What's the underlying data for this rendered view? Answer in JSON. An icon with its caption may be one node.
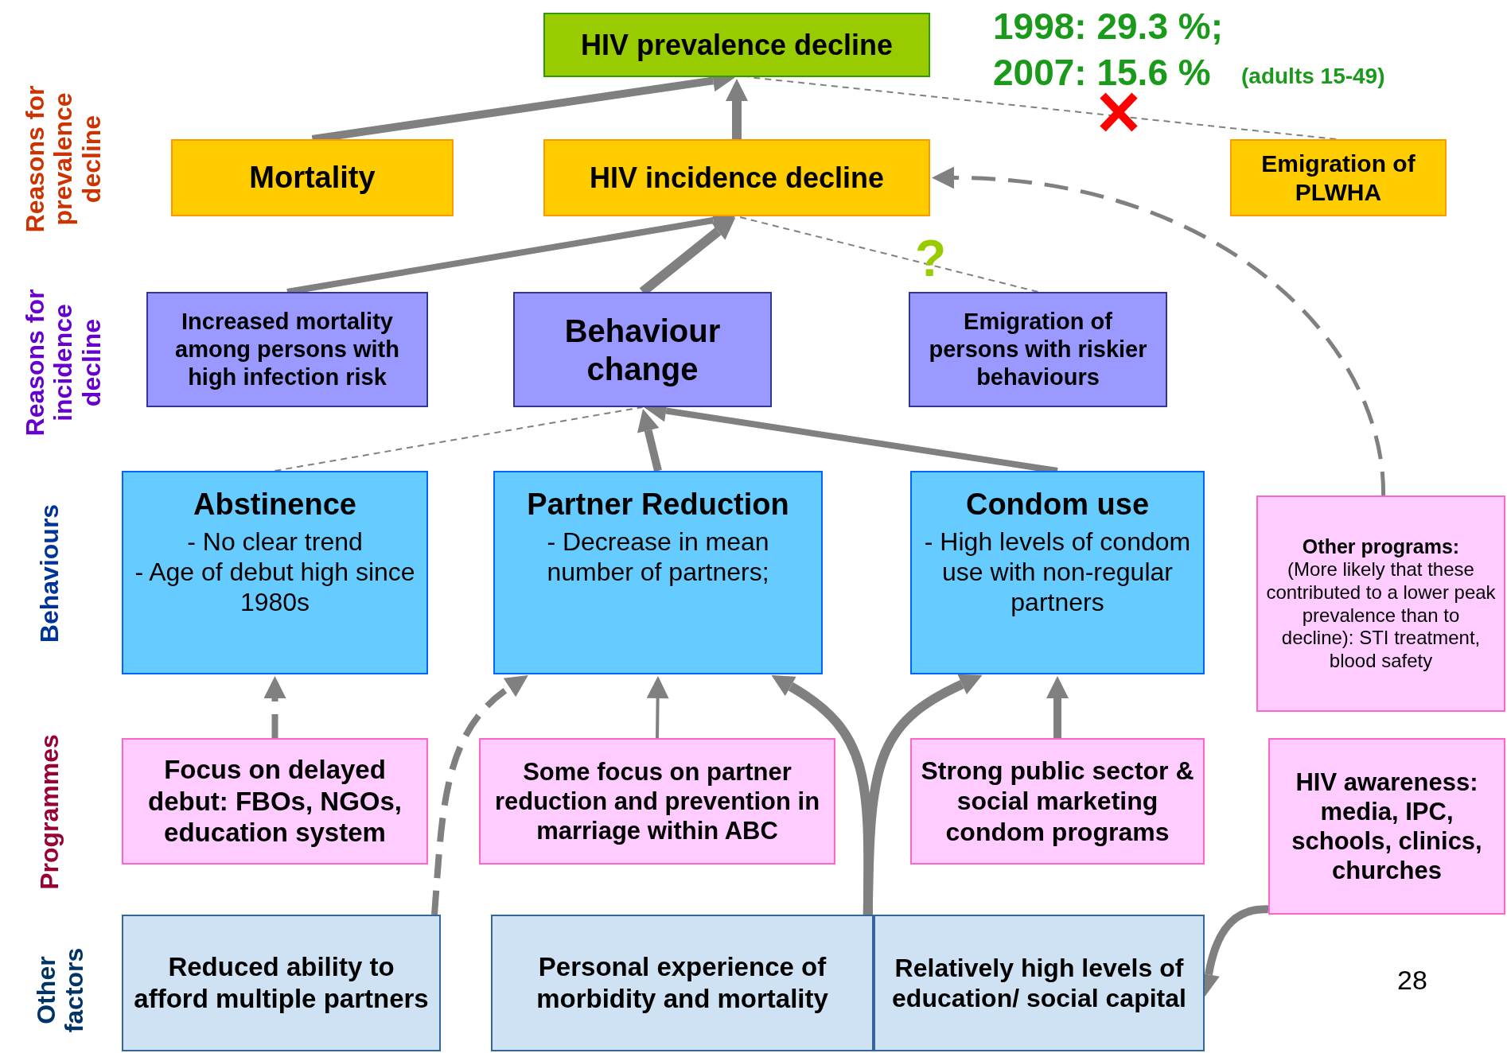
{
  "diagram": {
    "nodes": [
      {
        "text": [
          "HIV prevalence decline"
        ]
      },
      {
        "text": [
          "Mortality"
        ]
      },
      {
        "text": [
          "HIV incidence decline"
        ]
      },
      {
        "text": [
          "Emigration of PLWHA"
        ]
      },
      {
        "text": [
          "Increased mortality among persons with high infection risk"
        ]
      },
      {
        "text": [
          "Behaviour change"
        ]
      },
      {
        "text": [
          "Emigration of persons with riskier behaviours"
        ]
      },
      {
        "text": [
          "Abstinence",
          "- No clear trend",
          "- Age of debut high since 1980s"
        ]
      },
      {
        "text": [
          "Partner Reduction",
          "- Decrease in mean number of partners;"
        ]
      },
      {
        "text": [
          "Condom use",
          "- High levels of condom use with non-regular partners"
        ]
      },
      {
        "text": [
          "Other programs:",
          "(More likely that these contributed to a lower peak prevalence than to decline): STI treatment, blood safety"
        ]
      },
      {
        "text": [
          "Focus on delayed debut: FBOs,  NGOs, education system"
        ]
      },
      {
        "text": [
          "Some focus on partner reduction and prevention in marriage within ABC"
        ]
      },
      {
        "text": [
          "Strong public sector & social marketing condom programs"
        ]
      },
      {
        "text": [
          "HIV awareness: media, IPC, schools, clinics, churches"
        ]
      },
      {
        "text": [
          "Reduced ability to afford multiple partners"
        ]
      },
      {
        "text": [
          "Personal experience of morbidity and mortality"
        ]
      },
      {
        "text": [
          "Relatively high levels of education/ social capital"
        ]
      }
    ],
    "edges": [
      {
        "from": 1,
        "to": 0,
        "arrow": "to"
      },
      {
        "from": 2,
        "to": 0,
        "arrow": "to"
      },
      {
        "from": 3,
        "to": 0,
        "arrow": "none",
        "style": "dashed"
      },
      {
        "from": 4,
        "to": 2,
        "arrow": "to"
      },
      {
        "from": 5,
        "to": 2,
        "arrow": "to"
      },
      {
        "from": 6,
        "to": 2,
        "arrow": "none",
        "style": "dashed"
      },
      {
        "from": 7,
        "to": 5,
        "arrow": "none",
        "style": "dashed"
      },
      {
        "from": 8,
        "to": 5,
        "arrow": "to"
      },
      {
        "from": 9,
        "to": 5,
        "arrow": "to"
      },
      {
        "from": 10,
        "to": 2,
        "arrow": "to",
        "style": "dashed"
      },
      {
        "from": 11,
        "to": 7,
        "arrow": "to",
        "style": "dashed"
      },
      {
        "from": 12,
        "to": 8,
        "arrow": "to"
      },
      {
        "from": 13,
        "to": 9,
        "arrow": "to"
      },
      {
        "from": 15,
        "to": 8,
        "arrow": "to",
        "style": "dashed"
      },
      {
        "from": 16,
        "to": 8,
        "arrow": "to"
      },
      {
        "from": 16,
        "to": 9,
        "arrow": "to"
      },
      {
        "from": 14,
        "to": 17,
        "arrow": "to"
      }
    ],
    "labels": [
      "1998: 29.3 %;",
      "2007: 15.6 %",
      "(adults 15-49)",
      "Reasons for prevalence decline",
      "?",
      "Reasons for incidence decline",
      "Behaviours",
      "Programmes",
      "Other factors",
      "28"
    ]
  }
}
